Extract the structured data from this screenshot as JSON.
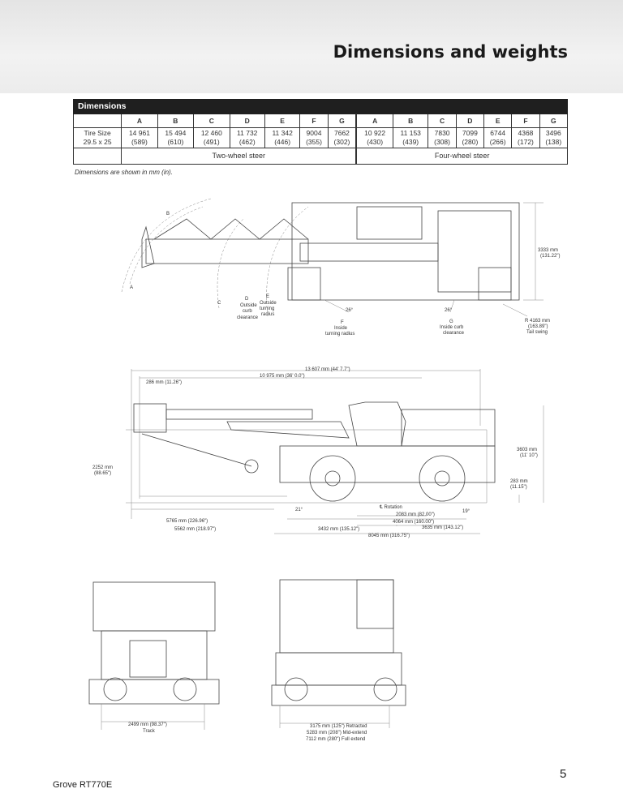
{
  "header": {
    "title": "Dimensions and weights"
  },
  "table": {
    "title": "Dimensions",
    "columns": [
      "A",
      "B",
      "C",
      "D",
      "E",
      "F",
      "G",
      "A",
      "B",
      "C",
      "D",
      "E",
      "F",
      "G"
    ],
    "row_label": [
      "Tire Size",
      "29.5 x 25"
    ],
    "values": [
      [
        "14 961",
        "(589)"
      ],
      [
        "15 494",
        "(610)"
      ],
      [
        "12 460",
        "(491)"
      ],
      [
        "11 732",
        "(462)"
      ],
      [
        "11 342",
        "(446)"
      ],
      [
        "9004",
        "(355)"
      ],
      [
        "7662",
        "(302)"
      ],
      [
        "10 922",
        "(430)"
      ],
      [
        "11 153",
        "(439)"
      ],
      [
        "7830",
        "(308)"
      ],
      [
        "7099",
        "(280)"
      ],
      [
        "6744",
        "(266)"
      ],
      [
        "4368",
        "(172)"
      ],
      [
        "3496",
        "(138)"
      ]
    ],
    "groups": [
      "Two-wheel steer",
      "Four-wheel steer"
    ],
    "note": "Dimensions are shown in mm (in)."
  },
  "top_view": {
    "labels": {
      "a": "A",
      "b": "B",
      "c": "C",
      "d": "D",
      "d_text": [
        "Outside",
        "curb",
        "clearance"
      ],
      "e": "E",
      "e_text": [
        "Outside",
        "turning",
        "radius"
      ],
      "f": "F",
      "f_text": [
        "Inside",
        "turning radius"
      ],
      "g": "G",
      "g_text": [
        "Inside curb",
        "clearance"
      ],
      "angle1": "26°",
      "angle2": "26°",
      "width": [
        "3333 mm",
        "(131.22\")"
      ],
      "tail": [
        "R 4163 mm",
        "(163.89\")",
        "Tail swing"
      ]
    }
  },
  "side_view": {
    "labels": {
      "overall": "13 607 mm (44' 7.7\")",
      "boom": "10 975 mm (36' 0.0\")",
      "tip": "286 mm (11.26\")",
      "height": [
        "3603 mm",
        "(11' 10\")"
      ],
      "ground": [
        "283 mm",
        "(11.15\")"
      ],
      "hook": [
        "2252 mm",
        "(88.65\")"
      ],
      "angle_front": "21°",
      "angle_rear": "19°",
      "rotation": "℄ Rotation",
      "d1": "2083 mm (82.00\")",
      "d2": "4064 mm (160.00\")",
      "d3": "3635 mm (143.12\")",
      "d4": "3432 mm (135.12\")",
      "d5": "5765 mm (226.96\")",
      "d6": "5562 mm (218.97\")",
      "d7": "8045 mm (316.75\")"
    }
  },
  "front_view": {
    "track": [
      "2499 mm (98.37\")",
      "Track"
    ]
  },
  "rear_view": {
    "outriggers": [
      "3175 mm (125\") Retracted",
      "5283 mm (208\") Mid-extend",
      "7112 mm (280\") Full extend"
    ]
  },
  "footer": {
    "model": "Grove RT770E",
    "page": "5"
  }
}
